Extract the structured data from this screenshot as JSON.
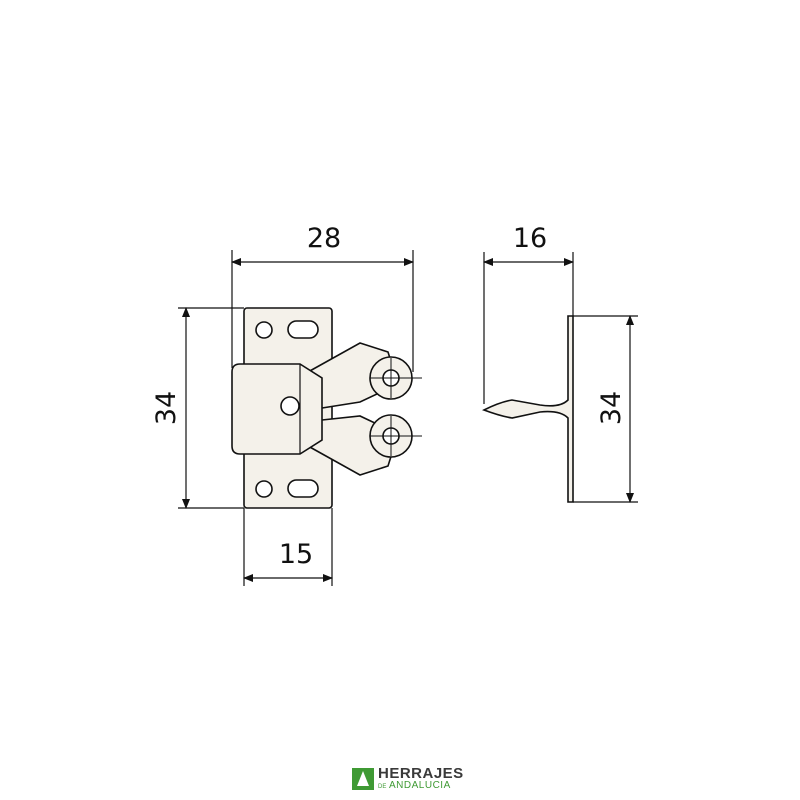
{
  "dimensions": {
    "front_width": "28",
    "front_height": "34",
    "plate_width": "15",
    "side_width": "16",
    "side_height": "34"
  },
  "logo": {
    "name": "HERRAJES",
    "prefix": "DE",
    "region": "ANDALUCIA",
    "colors": {
      "primary": "#3f9a34",
      "text": "#3a3a3a"
    }
  },
  "colors": {
    "line": "#111111",
    "part_fill": "#f4f1ea"
  }
}
